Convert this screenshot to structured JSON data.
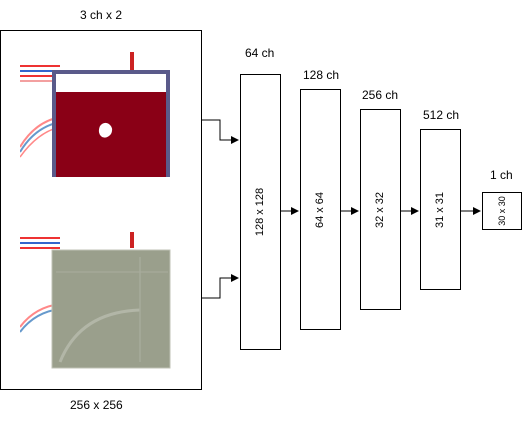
{
  "input": {
    "top_label": "3 ch x 2",
    "bottom_label": "256 x 256"
  },
  "layers": [
    {
      "channels": "64 ch",
      "size": "128 x 128"
    },
    {
      "channels": "128 ch",
      "size": "64 x 64"
    },
    {
      "channels": "256 ch",
      "size": "32 x 32"
    },
    {
      "channels": "512 ch",
      "size": "31 x 31"
    },
    {
      "channels": "1 ch",
      "size": "30 x 30"
    }
  ],
  "colors": {
    "mask_red": "#8a0016",
    "mask_frame": "#5a5a8a",
    "texture_gray": "#9a9f8c",
    "stroke": "#000000"
  }
}
